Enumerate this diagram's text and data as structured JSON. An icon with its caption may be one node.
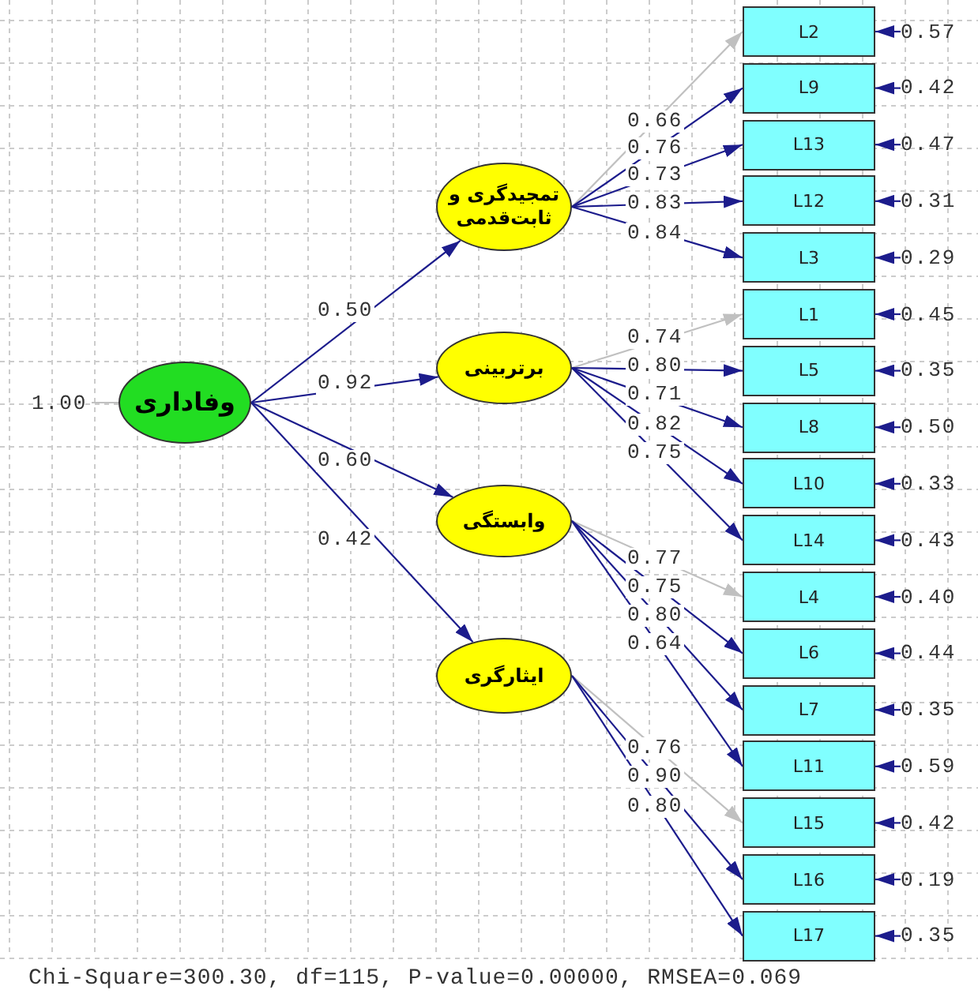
{
  "diagram": {
    "nodes": [
      {
        "text": [
          "1.00"
        ]
      },
      {
        "text": [
          "وفاداری"
        ]
      },
      {
        "text": [
          "تمجیدگری و ثابت‌قدمی"
        ]
      },
      {
        "text": [
          "برتربینی"
        ]
      },
      {
        "text": [
          "وابستگی"
        ]
      },
      {
        "text": [
          "ایثارگری"
        ]
      },
      {
        "text": [
          "L2"
        ]
      },
      {
        "text": [
          "L9"
        ]
      },
      {
        "text": [
          "L13"
        ]
      },
      {
        "text": [
          "L12"
        ]
      },
      {
        "text": [
          "L3"
        ]
      },
      {
        "text": [
          "L1"
        ]
      },
      {
        "text": [
          "L5"
        ]
      },
      {
        "text": [
          "L8"
        ]
      },
      {
        "text": [
          "L10"
        ]
      },
      {
        "text": [
          "L14"
        ]
      },
      {
        "text": [
          "L4"
        ]
      },
      {
        "text": [
          "L6"
        ]
      },
      {
        "text": [
          "L7"
        ]
      },
      {
        "text": [
          "L11"
        ]
      },
      {
        "text": [
          "L15"
        ]
      },
      {
        "text": [
          "L16"
        ]
      },
      {
        "text": [
          "L17"
        ]
      },
      {
        "text": [
          "0.57"
        ]
      },
      {
        "text": [
          "0.42"
        ]
      },
      {
        "text": [
          "0.47"
        ]
      },
      {
        "text": [
          "0.31"
        ]
      },
      {
        "text": [
          "0.29"
        ]
      },
      {
        "text": [
          "0.45"
        ]
      },
      {
        "text": [
          "0.35"
        ]
      },
      {
        "text": [
          "0.50"
        ]
      },
      {
        "text": [
          "0.33"
        ]
      },
      {
        "text": [
          "0.43"
        ]
      },
      {
        "text": [
          "0.40"
        ]
      },
      {
        "text": [
          "0.44"
        ]
      },
      {
        "text": [
          "0.35"
        ]
      },
      {
        "text": [
          "0.59"
        ]
      },
      {
        "text": [
          "0.42"
        ]
      },
      {
        "text": [
          "0.19"
        ]
      },
      {
        "text": [
          "0.35"
        ]
      }
    ],
    "edges": [
      {
        "from": 0,
        "to": 1,
        "arrow": "none",
        "color": "#c0c0c0"
      },
      {
        "from": 1,
        "to": 2,
        "arrow": "to",
        "label": "0.50"
      },
      {
        "from": 1,
        "to": 3,
        "arrow": "to",
        "label": "0.92"
      },
      {
        "from": 1,
        "to": 4,
        "arrow": "to",
        "label": "0.60"
      },
      {
        "from": 1,
        "to": 5,
        "arrow": "to",
        "label": "0.42"
      },
      {
        "from": 2,
        "to": 6,
        "arrow": "to",
        "label": "0.66",
        "color": "#c0c0c0"
      },
      {
        "from": 2,
        "to": 7,
        "arrow": "to",
        "label": "0.76"
      },
      {
        "from": 2,
        "to": 8,
        "arrow": "to",
        "label": "0.73"
      },
      {
        "from": 2,
        "to": 9,
        "arrow": "to",
        "label": "0.83"
      },
      {
        "from": 2,
        "to": 10,
        "arrow": "to",
        "label": "0.84"
      },
      {
        "from": 3,
        "to": 11,
        "arrow": "to",
        "label": "0.74",
        "color": "#c0c0c0"
      },
      {
        "from": 3,
        "to": 12,
        "arrow": "to",
        "label": "0.80"
      },
      {
        "from": 3,
        "to": 13,
        "arrow": "to",
        "label": "0.71"
      },
      {
        "from": 3,
        "to": 14,
        "arrow": "to",
        "label": "0.82"
      },
      {
        "from": 3,
        "to": 15,
        "arrow": "to",
        "label": "0.75"
      },
      {
        "from": 4,
        "to": 16,
        "arrow": "to",
        "label": "0.77",
        "color": "#c0c0c0"
      },
      {
        "from": 4,
        "to": 17,
        "arrow": "to",
        "label": "0.75"
      },
      {
        "from": 4,
        "to": 18,
        "arrow": "to",
        "label": "0.80"
      },
      {
        "from": 4,
        "to": 19,
        "arrow": "to",
        "label": "0.64"
      },
      {
        "from": 5,
        "to": 20,
        "arrow": "to",
        "label": "0.76",
        "color": "#c0c0c0"
      },
      {
        "from": 5,
        "to": 21,
        "arrow": "to",
        "label": "0.90"
      },
      {
        "from": 5,
        "to": 22,
        "arrow": "to",
        "label": "0.80"
      },
      {
        "from": 23,
        "to": 6,
        "arrow": "to"
      },
      {
        "from": 24,
        "to": 7,
        "arrow": "to"
      },
      {
        "from": 25,
        "to": 8,
        "arrow": "to"
      },
      {
        "from": 26,
        "to": 9,
        "arrow": "to"
      },
      {
        "from": 27,
        "to": 10,
        "arrow": "to"
      },
      {
        "from": 28,
        "to": 11,
        "arrow": "to"
      },
      {
        "from": 29,
        "to": 12,
        "arrow": "to"
      },
      {
        "from": 30,
        "to": 13,
        "arrow": "to"
      },
      {
        "from": 31,
        "to": 14,
        "arrow": "to"
      },
      {
        "from": 32,
        "to": 15,
        "arrow": "to"
      },
      {
        "from": 33,
        "to": 16,
        "arrow": "to"
      },
      {
        "from": 34,
        "to": 17,
        "arrow": "to"
      },
      {
        "from": 35,
        "to": 18,
        "arrow": "to"
      },
      {
        "from": 36,
        "to": 19,
        "arrow": "to"
      },
      {
        "from": 37,
        "to": 20,
        "arrow": "to"
      },
      {
        "from": 38,
        "to": 21,
        "arrow": "to"
      },
      {
        "from": 39,
        "to": 22,
        "arrow": "to"
      }
    ],
    "labels": [
      "Chi-Square=300.30, df=115, P-value=0.00000, RMSEA=0.069"
    ]
  }
}
